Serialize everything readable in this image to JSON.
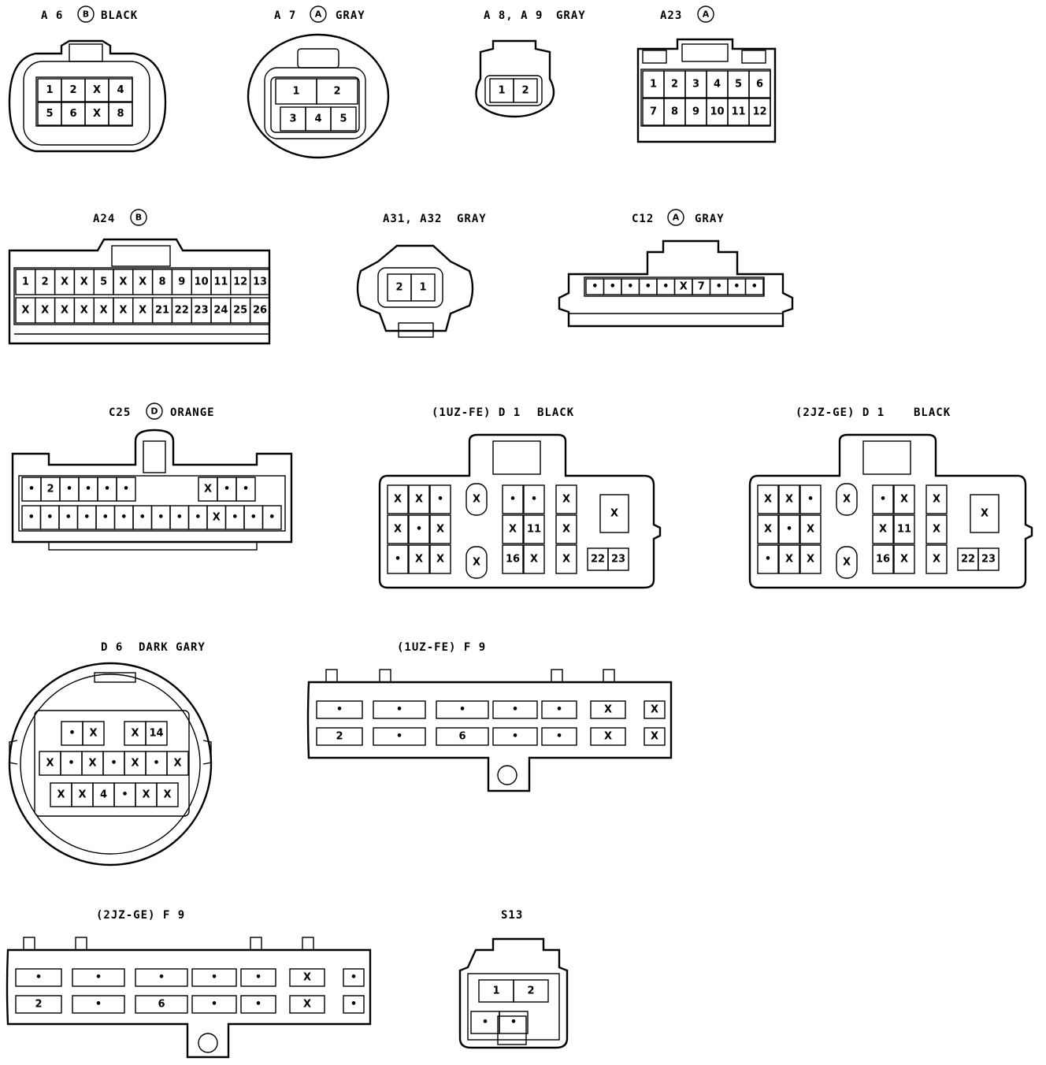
{
  "connectors": {
    "a6": {
      "code": "A 6",
      "circled": "B",
      "color": "BLACK",
      "rows": [
        [
          "1",
          "2",
          "X",
          "4"
        ],
        [
          "5",
          "6",
          "X",
          "8"
        ]
      ]
    },
    "a7": {
      "code": "A 7",
      "circled": "A",
      "color": "GRAY",
      "rows": [
        [
          "1",
          "2"
        ],
        [
          "3",
          "4",
          "5"
        ]
      ]
    },
    "a89": {
      "code": "A 8, A 9",
      "color": "GRAY",
      "rows": [
        [
          "1",
          "2"
        ]
      ]
    },
    "a23": {
      "code": "A23",
      "circled": "A",
      "rows": [
        [
          "1",
          "2",
          "3",
          "4",
          "5",
          "6"
        ],
        [
          "7",
          "8",
          "9",
          "10",
          "11",
          "12"
        ]
      ]
    },
    "a24": {
      "code": "A24",
      "circled": "B",
      "top": [
        "1",
        "2",
        "X",
        "X",
        "5",
        "X",
        "X",
        "8",
        "9",
        "10",
        "11",
        "12",
        "13"
      ],
      "bottom": [
        "X",
        "X",
        "X",
        "X",
        "X",
        "X",
        "X",
        "21",
        "22",
        "23",
        "24",
        "25",
        "26"
      ]
    },
    "a3132": {
      "code": "A31, A32",
      "color": "GRAY",
      "rows": [
        [
          "2",
          "1"
        ]
      ]
    },
    "c12": {
      "code": "C12",
      "circled": "A",
      "color": "GRAY",
      "row": [
        "•",
        "•",
        "•",
        "•",
        "•",
        "X",
        "7",
        "•",
        "•",
        "•"
      ]
    },
    "c25": {
      "code": "C25",
      "circled": "D",
      "color": "ORANGE",
      "top": [
        "•",
        "2",
        "•",
        "•",
        "•",
        "•",
        "X",
        "•",
        "•"
      ],
      "bottom": [
        "•",
        "•",
        "•",
        "•",
        "•",
        "•",
        "•",
        "•",
        "•",
        "•",
        "X",
        "•",
        "•",
        "•"
      ]
    },
    "d1a": {
      "code": "(1UZ-FE) D 1",
      "color": "BLACK",
      "left": [
        [
          "X",
          "X",
          "•"
        ],
        [
          "X",
          "•",
          "X"
        ],
        [
          "•",
          "X",
          "X"
        ]
      ],
      "mid1": [
        "X",
        "X"
      ],
      "mid2": [
        [
          "•",
          "•"
        ],
        [
          "X",
          "11"
        ],
        [
          "16",
          "X"
        ]
      ],
      "right": [
        "X",
        "X",
        "X"
      ],
      "box": "X",
      "pair": [
        "22",
        "23"
      ]
    },
    "d1b": {
      "code": "(2JZ-GE) D 1",
      "color": "BLACK",
      "left": [
        [
          "X",
          "X",
          "•"
        ],
        [
          "X",
          "•",
          "X"
        ],
        [
          "•",
          "X",
          "X"
        ]
      ],
      "mid1": [
        "X",
        "X"
      ],
      "mid2": [
        [
          "•",
          "X"
        ],
        [
          "X",
          "11"
        ],
        [
          "16",
          "X"
        ]
      ],
      "right": [
        "X",
        "X",
        "X"
      ],
      "box": "X",
      "pair": [
        "22",
        "23"
      ]
    },
    "d6": {
      "code": "D 6",
      "color": "DARK GARY",
      "top": [
        "•",
        "X",
        "X",
        "14"
      ],
      "mid": [
        "X",
        "•",
        "X",
        "•",
        "X",
        "•",
        "X"
      ],
      "bot": [
        "X",
        "X",
        "4",
        "•",
        "X",
        "X"
      ]
    },
    "f9a": {
      "code": "(1UZ-FE) F 9",
      "blocks": [
        [
          "•",
          "2"
        ],
        [
          "•",
          "•"
        ],
        [
          "•",
          "6"
        ],
        [
          "•",
          "•"
        ],
        [
          "•",
          "•"
        ],
        [
          "X",
          "X"
        ],
        [
          "X",
          "X"
        ]
      ]
    },
    "f9b": {
      "code": "(2JZ-GE) F 9",
      "blocks": [
        [
          "•",
          "2"
        ],
        [
          "•",
          "•"
        ],
        [
          "•",
          "6"
        ],
        [
          "•",
          "•"
        ],
        [
          "•",
          "•"
        ],
        [
          "X",
          "X"
        ],
        [
          "•",
          "•"
        ]
      ]
    },
    "s13": {
      "code": "S13",
      "rows": [
        [
          "1",
          "2"
        ],
        [
          "•",
          "•"
        ]
      ]
    }
  }
}
